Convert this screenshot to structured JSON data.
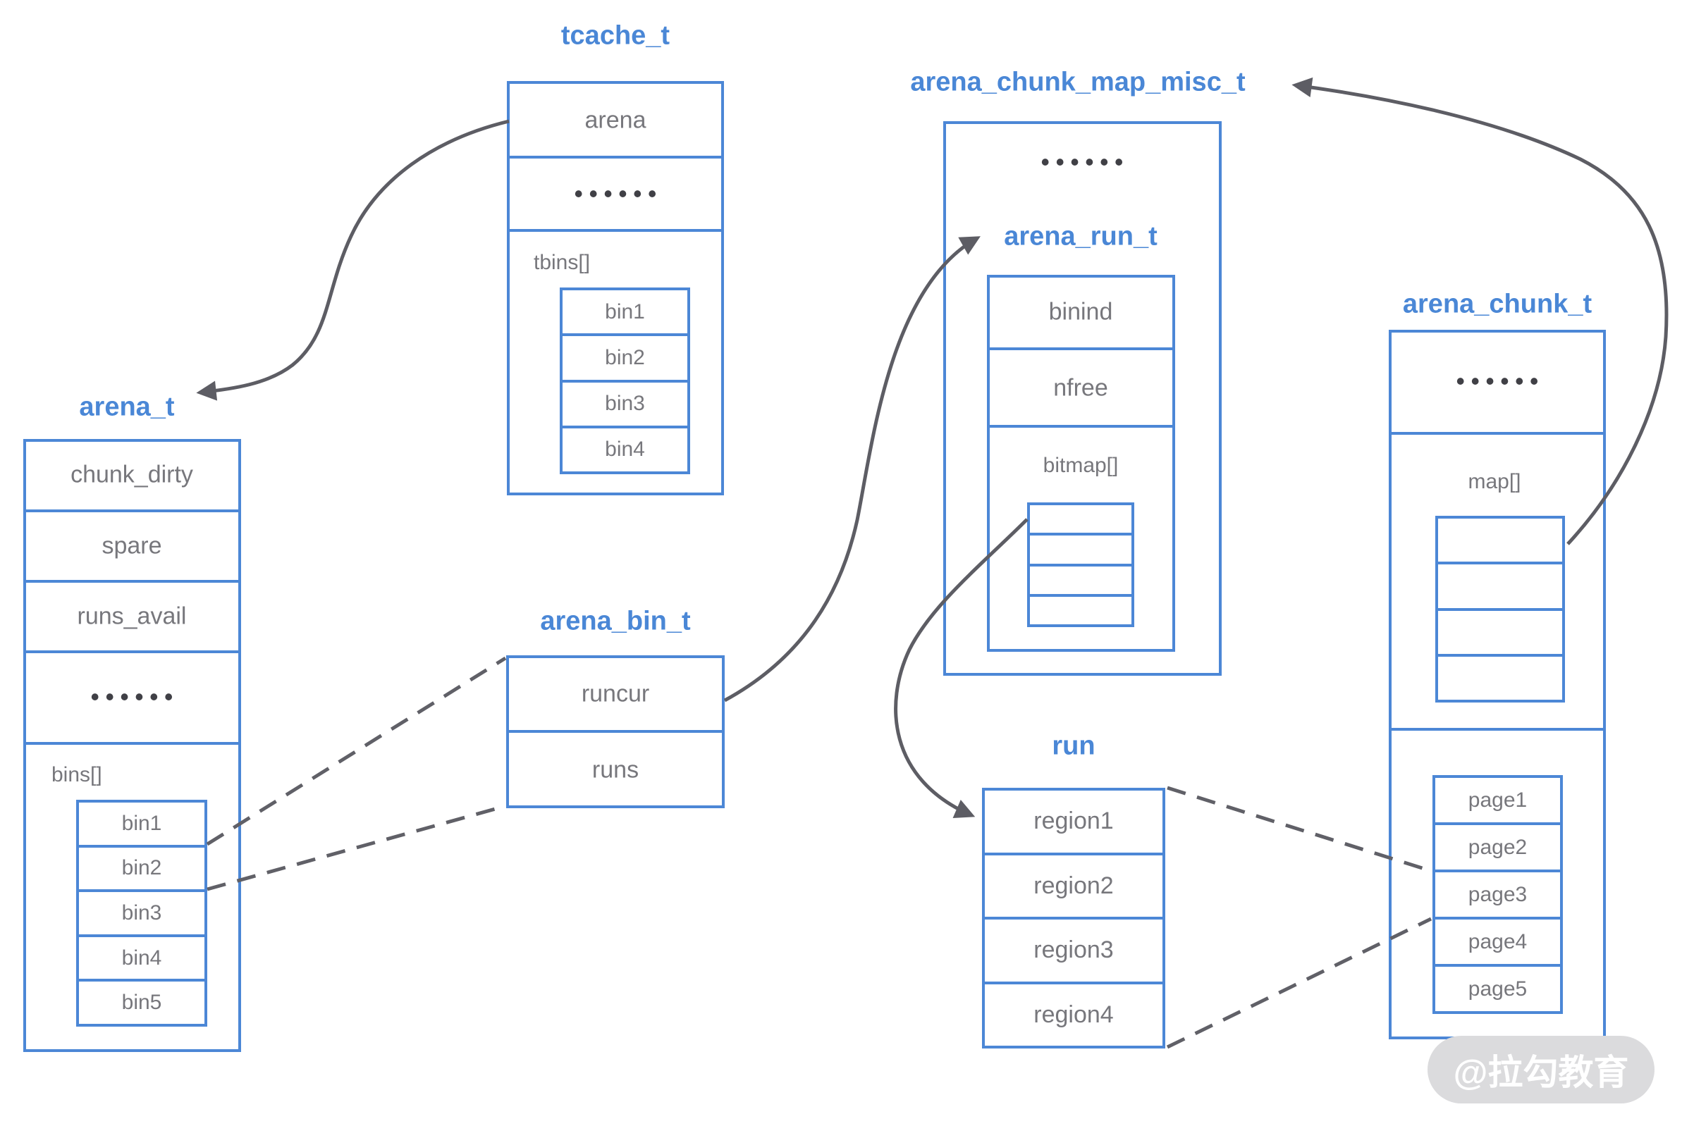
{
  "ellipsis": "••••••",
  "watermark": "@拉勾教育",
  "colors": {
    "box_border": "#4c87d6",
    "title_text": "#4a87d6",
    "label_text": "#77777c",
    "arrow": "#5d5d64",
    "dots": "#404046",
    "watermark_bg": "#dbdbdd",
    "watermark_text": "#ffffff"
  },
  "tcache": {
    "title": "tcache_t",
    "field_arena": "arena",
    "array_label": "tbins[]",
    "bins": [
      "bin1",
      "bin2",
      "bin3",
      "bin4"
    ]
  },
  "arena": {
    "title": "arena_t",
    "fields": [
      "chunk_dirty",
      "spare",
      "runs_avail"
    ],
    "array_label": "bins[]",
    "bins": [
      "bin1",
      "bin2",
      "bin3",
      "bin4",
      "bin5"
    ]
  },
  "arena_bin": {
    "title": "arena_bin_t",
    "fields": [
      "runcur",
      "runs"
    ]
  },
  "chunk_map_misc": {
    "title": "arena_chunk_map_misc_t",
    "run_title": "arena_run_t",
    "fields": [
      "binind",
      "nfree"
    ],
    "bitmap_label": "bitmap[]"
  },
  "run": {
    "title": "run",
    "regions": [
      "region1",
      "region2",
      "region3",
      "region4"
    ]
  },
  "arena_chunk": {
    "title": "arena_chunk_t",
    "map_label": "map[]",
    "pages": [
      "page1",
      "page2",
      "page3",
      "page4",
      "page5"
    ]
  }
}
